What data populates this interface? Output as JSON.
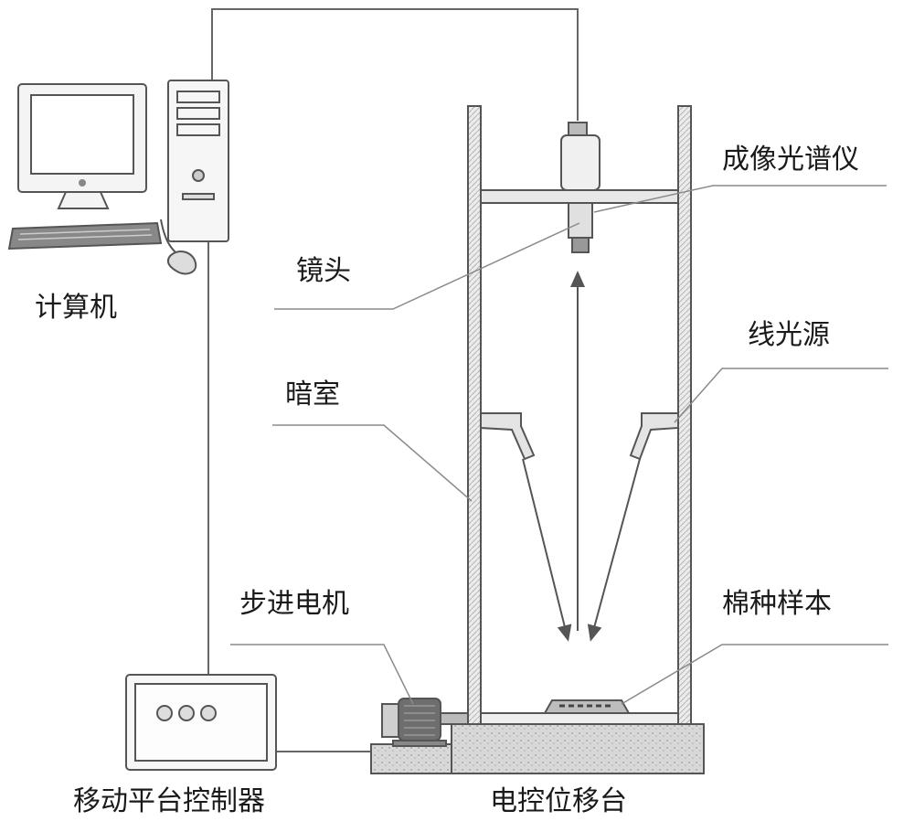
{
  "labels": {
    "computer": "计算机",
    "lens": "镜头",
    "dark_room": "暗室",
    "stepper_motor": "步进电机",
    "platform_controller": "移动平台控制器",
    "motorized_stage": "电控位移台",
    "imaging_spectrometer": "成像光谱仪",
    "line_light_source": "线光源",
    "cottonseed_sample": "棉种样本"
  },
  "colors": {
    "stroke": "#555555",
    "leader": "#8a8a8a",
    "wall_fill": "#ececec",
    "base_fill": "#dcdcdc"
  }
}
